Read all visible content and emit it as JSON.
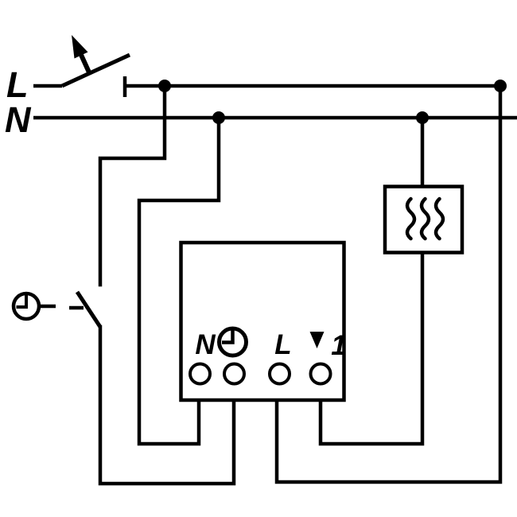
{
  "page": {
    "background": "#ffffff",
    "line_color": "#000000",
    "description_icons": [
      "actuation-arrow-icon",
      "clock-icon",
      "triangle-down-icon",
      "heating-element-icon"
    ]
  },
  "supply": {
    "line_label": "L",
    "neutral_label": "N"
  },
  "external_timer": {
    "icon": "clock-icon",
    "contact": "open-switch"
  },
  "device": {
    "kind": "timer-insert-box",
    "terminals": [
      {
        "label": "N",
        "icon": null
      },
      {
        "label": "",
        "icon": "clock-icon"
      },
      {
        "label": "L",
        "icon": null
      },
      {
        "label": "1",
        "icon": "triangle-down-icon"
      }
    ]
  },
  "load": {
    "kind": "heater",
    "icon": "heating-element-icon"
  }
}
